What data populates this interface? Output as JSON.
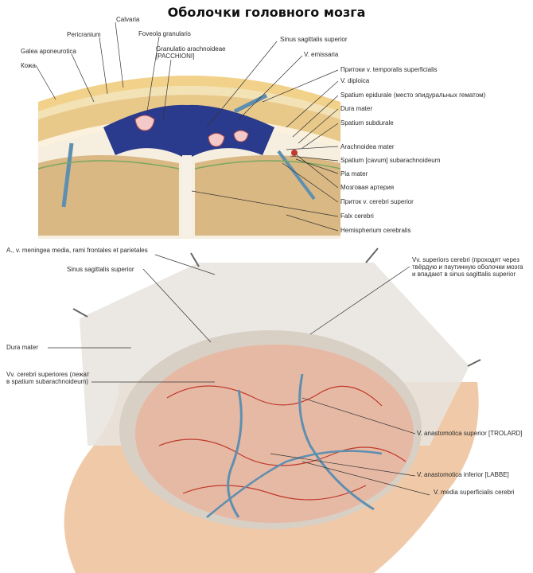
{
  "title": "Оболочки головного мозга",
  "labels": {
    "calvaria": "Calvaria",
    "pericranium": "Pericranium",
    "foveola": "Foveola granularis",
    "galea": "Galea aponeurotica",
    "granulatio": "Granulatio arachnoideae [PACCHIONI]",
    "kozha": "Кожа",
    "sinus_sag_top": "Sinus sagittalis superior",
    "v_emissaria": "V. emissaria",
    "pritoki_temporalis": "Притоки v. temporalis superficialis",
    "v_diploica": "V. diploica",
    "spatium_epidurale": "Spatium epidurale (место эпидуральных гематом)",
    "dura_top": "Dura mater",
    "spatium_subdurale": "Spatium subdurale",
    "arachnoidea": "Arachnoidea mater",
    "spatium_sub": "Spatium [cavum] subarachnoideum",
    "pia": "Pia mater",
    "mozg_arteria": "Мозговая артерия",
    "pritok_cerebri": "Приток v. cerebri superior",
    "falx": "Falx cerebri",
    "hemispherium": "Hemispherium cerebralis",
    "meningea": "A., v. meningea media, rami frontales et parietales",
    "sinus_sag_bottom": "Sinus sagittalis superior",
    "vv_superiors": "Vv. superiors cerebri (проходят через твёрдую и паутинную оболочки мозга и впадают в sinus sagittalis superior",
    "dura_bottom": "Dura mater",
    "vv_cerebri_sup": "Vv. cerebri superiores (лежат в spatium subarachnoideum)",
    "anast_superior": "V. anastomotica superior [TROLARD]",
    "anast_inferior": "V. anastomotica inferior [LABBE]",
    "media_superficialis": "V. media superficialis cerebri"
  },
  "colors": {
    "skin": "#f2d28a",
    "bone": "#e9c98a",
    "sinus": "#2a3a8c",
    "brain": "#d9b883",
    "vessel_red": "#c0392b",
    "vein_blue": "#5f8fb0"
  }
}
